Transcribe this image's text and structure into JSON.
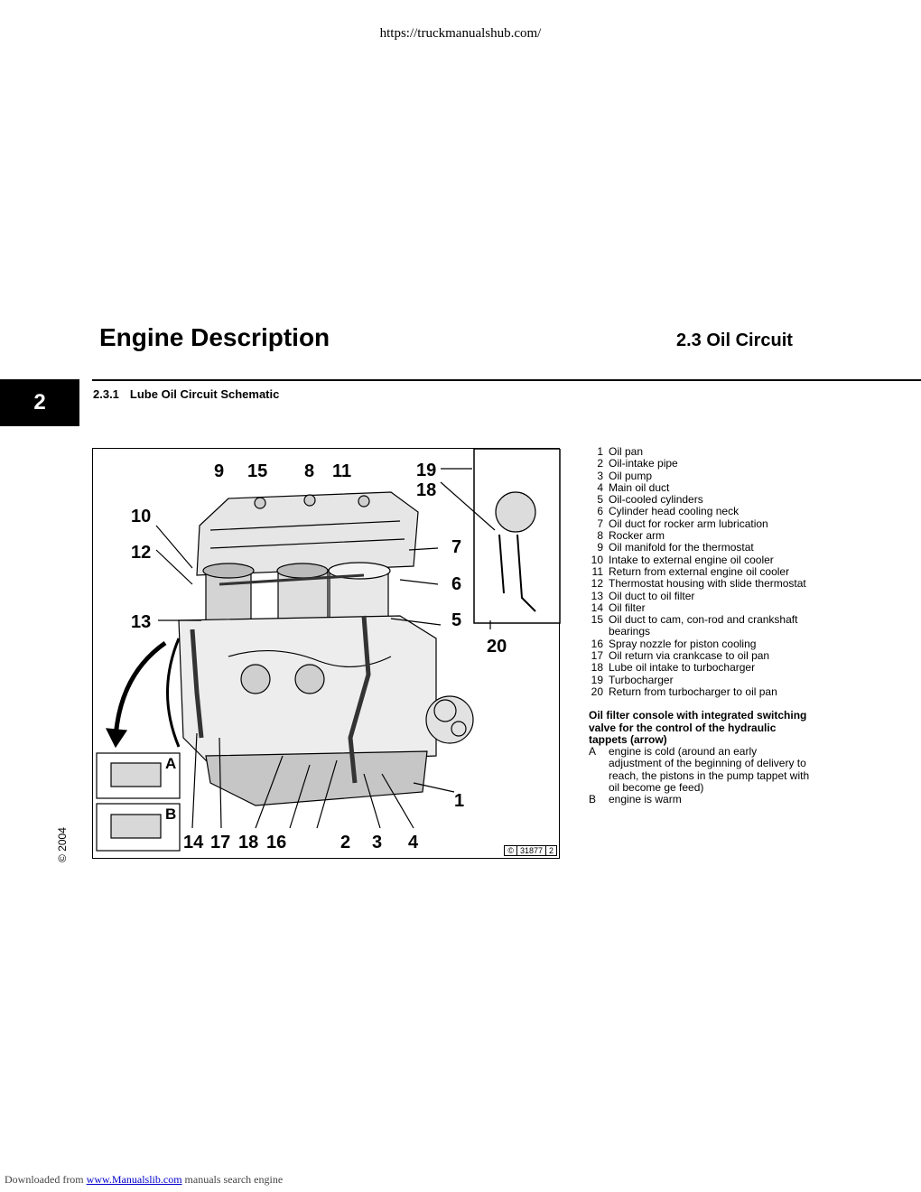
{
  "header": {
    "url": "https://truckmanualshub.com/"
  },
  "page": {
    "title": "Engine Description",
    "section": "2.3  Oil Circuit",
    "chapter_tab": "2",
    "subsection_number": "2.3.1",
    "subsection_title": "Lube Oil Circuit Schematic",
    "copyright": "© 2004"
  },
  "figure": {
    "callouts": [
      "1",
      "2",
      "3",
      "4",
      "5",
      "6",
      "7",
      "8",
      "9",
      "10",
      "11",
      "12",
      "13",
      "14",
      "15",
      "16",
      "17",
      "18",
      "19",
      "20"
    ],
    "bottom_labels": [
      "14",
      "17",
      "18",
      "16",
      "2",
      "3",
      "4"
    ],
    "inset_labels": [
      "A",
      "B"
    ],
    "id_parts": [
      "©",
      "31877",
      "2"
    ]
  },
  "legend": {
    "items": [
      {
        "n": "1",
        "t": "Oil pan"
      },
      {
        "n": "2",
        "t": "Oil-intake pipe"
      },
      {
        "n": "3",
        "t": "Oil pump"
      },
      {
        "n": "4",
        "t": "Main oil duct"
      },
      {
        "n": "5",
        "t": "Oil-cooled cylinders"
      },
      {
        "n": "6",
        "t": "Cylinder head cooling neck"
      },
      {
        "n": "7",
        "t": "Oil duct for rocker arm lubrication"
      },
      {
        "n": "8",
        "t": "Rocker arm"
      },
      {
        "n": "9",
        "t": "Oil manifold for the thermostat"
      },
      {
        "n": "10",
        "t": "Intake to external engine oil cooler"
      },
      {
        "n": "11",
        "t": "Return from external engine oil cooler"
      },
      {
        "n": "12",
        "t": "Thermostat housing with slide thermostat"
      },
      {
        "n": "13",
        "t": "Oil duct to oil filter"
      },
      {
        "n": "14",
        "t": "Oil filter"
      },
      {
        "n": "15",
        "t": "Oil duct to cam, con-rod and crankshaft bearings"
      },
      {
        "n": "16",
        "t": "Spray nozzle for piston cooling"
      },
      {
        "n": "17",
        "t": "Oil return via crankcase to oil pan"
      },
      {
        "n": "18",
        "t": "Lube oil intake to turbocharger"
      },
      {
        "n": "19",
        "t": "Turbocharger"
      },
      {
        "n": "20",
        "t": "Return from turbocharger to oil pan"
      }
    ],
    "console_heading": "Oil filter console with integrated switching valve for the control of the hydraulic tappets (arrow)",
    "console_items": [
      {
        "k": "A",
        "t": "engine is cold (around an early adjustment of the beginning of delivery to reach, the pistons in the pump tappet with oil become ge feed)"
      },
      {
        "k": "B",
        "t": "engine  is  warm"
      }
    ]
  },
  "footer": {
    "prefix": "Downloaded from ",
    "link": "www.Manualslib.com",
    "suffix": "  manuals search engine"
  }
}
